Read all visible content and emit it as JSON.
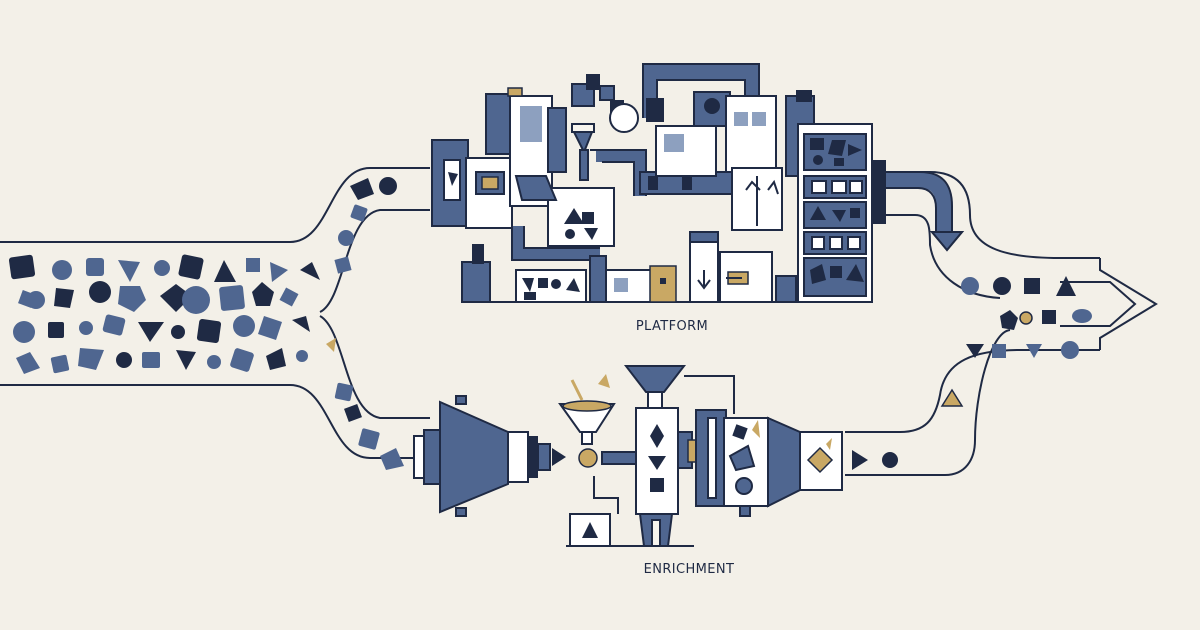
{
  "diagram": {
    "labels": {
      "platform": "PLATFORM",
      "enrichment": "ENRICHMENT"
    },
    "colors": {
      "background": "#f3f0e8",
      "navy": "#1f2a44",
      "slate": "#4f6690",
      "slate_light": "#8da0bf",
      "gold": "#c9a864",
      "white": "#ffffff"
    },
    "icons": [
      "platform-machine-cluster",
      "enrichment-machine-line",
      "funnel-icon",
      "output-arrow-icon"
    ]
  }
}
